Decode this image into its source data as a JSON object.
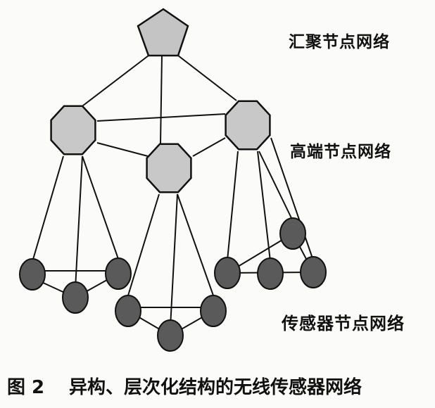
{
  "labels": {
    "sink_network": "汇聚节点网络",
    "high_end_network": "高端节点网络",
    "sensor_network": "传感器节点网络"
  },
  "caption": {
    "figure_number": "图 2",
    "title": "异构、层次化结构的无线传感器网络"
  },
  "colors": {
    "sink_fill": "#c4c4c4",
    "high_end_fill": "#c8c8c8",
    "sensor_fill": "#5a5a5a",
    "stroke": "#111111"
  }
}
